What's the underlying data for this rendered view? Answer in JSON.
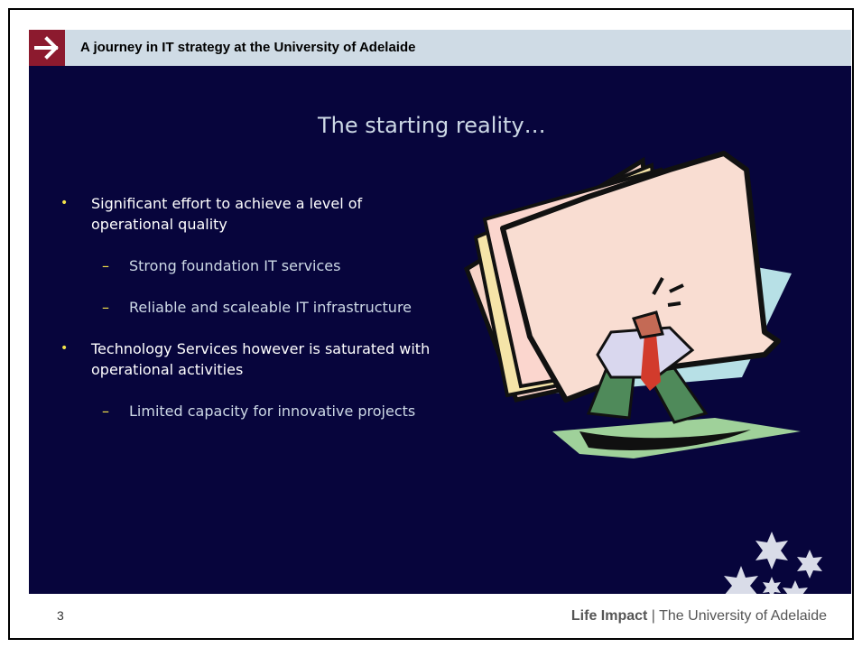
{
  "header": {
    "title": "A journey in IT strategy at the University of Adelaide"
  },
  "slide": {
    "title": "The starting reality…",
    "bullets": [
      {
        "text": "Significant effort to achieve a level of operational quality",
        "sub": [
          "Strong foundation IT services",
          "Reliable and scaleable IT infrastructure"
        ]
      },
      {
        "text": "Technology Services however is saturated with operational activities",
        "sub": [
          "Limited capacity for innovative projects"
        ]
      }
    ]
  },
  "footer": {
    "page_number": "3",
    "brand": "Life Impact",
    "separator": " | ",
    "org": "The University of Adelaide"
  },
  "colors": {
    "slide_bg": "#07053c",
    "header_bg": "#cfdbe5",
    "accent": "#8c1a2e",
    "bullet": "#f4e44a"
  },
  "icons": {
    "header_arrow": "right-arrow-icon",
    "illustration": "man-under-folder-clipart",
    "decoration": "stars-cluster"
  }
}
